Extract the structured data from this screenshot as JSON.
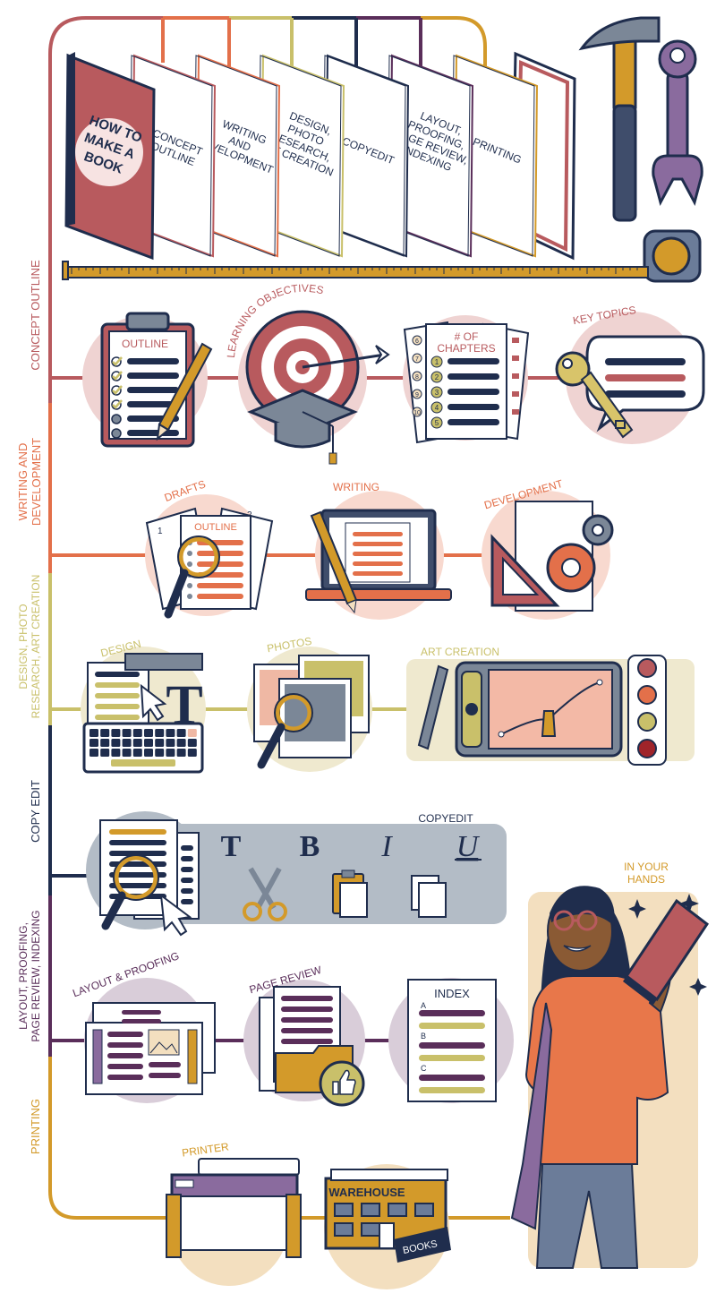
{
  "colors": {
    "concept": "#b85a5e",
    "writing": "#e3704a",
    "design": "#c9c06a",
    "copyedit": "#1f2d4d",
    "layout": "#5a2e5a",
    "printing": "#d39a2a",
    "navy": "#1f2d4d",
    "pink_circle": "#efd3d2",
    "peach_circle": "#f8d9cf",
    "cream_circle": "#efe9cf",
    "gray_panel": "#b3bcc6",
    "lilac_circle": "#d9cdd9",
    "tan_circle": "#f3dfbf"
  },
  "book": {
    "cover_title": [
      "HOW TO",
      "MAKE A",
      "BOOK"
    ],
    "pages": [
      "CONCEPT\nOUTLINE",
      "WRITING\nAND\nDEVELOPMENT",
      "DESIGN,\nPHOTO\nRESEARCH,\nART CREATION",
      "COPYEDIT",
      "LAYOUT,\nPROOFING,\nPAGE REVIEW,\nINDEXING",
      "PRINTING"
    ]
  },
  "tools": {
    "icons": [
      "hammer-icon",
      "wrench-icon",
      "tape-measure-icon",
      "ruler-icon"
    ]
  },
  "stages": {
    "concept": {
      "label": "CONCEPT OUTLINE",
      "items": {
        "outline": "OUTLINE",
        "learning": "LEARNING OBJECTIVES",
        "chapters": [
          "# OF",
          "CHAPTERS"
        ],
        "chapter_numbers": [
          "1",
          "2",
          "3",
          "4",
          "5"
        ],
        "side_numbers": [
          "6",
          "7",
          "8",
          "9",
          "10"
        ],
        "key_topics": "KEY TOPICS"
      }
    },
    "writing": {
      "label": [
        "WRITING AND",
        "DEVELOPMENT"
      ],
      "items": {
        "drafts": "DRAFTS",
        "draft_page_numbers": [
          "1",
          "2"
        ],
        "draft_outline": "OUTLINE",
        "writing": "WRITING",
        "development": "DEVELOPMENT"
      }
    },
    "design": {
      "label": [
        "DESIGN, PHOTO",
        "RESEARCH, ART CREATION"
      ],
      "items": {
        "design": "DESIGN",
        "design_letter": "T",
        "photos": "PHOTOS",
        "art_creation": "ART CREATION"
      }
    },
    "copyedit": {
      "label": "COPY EDIT",
      "items": {
        "copyedit": "COPYEDIT",
        "format_letters": [
          "T",
          "B",
          "I",
          "U"
        ]
      }
    },
    "layout": {
      "label": [
        "LAYOUT, PROOFING,",
        "PAGE REVIEW, INDEXING"
      ],
      "items": {
        "layout_proofing": "LAYOUT & PROOFING",
        "page_review": "PAGE REVIEW",
        "index": "INDEX",
        "index_letters": [
          "A",
          "B",
          "C"
        ]
      }
    },
    "printing": {
      "label": "PRINTING",
      "items": {
        "printer": "PRINTER",
        "warehouse": "WAREHOUSE",
        "books": "BOOKS"
      }
    }
  },
  "finale": {
    "label": [
      "IN YOUR",
      "HANDS"
    ]
  }
}
